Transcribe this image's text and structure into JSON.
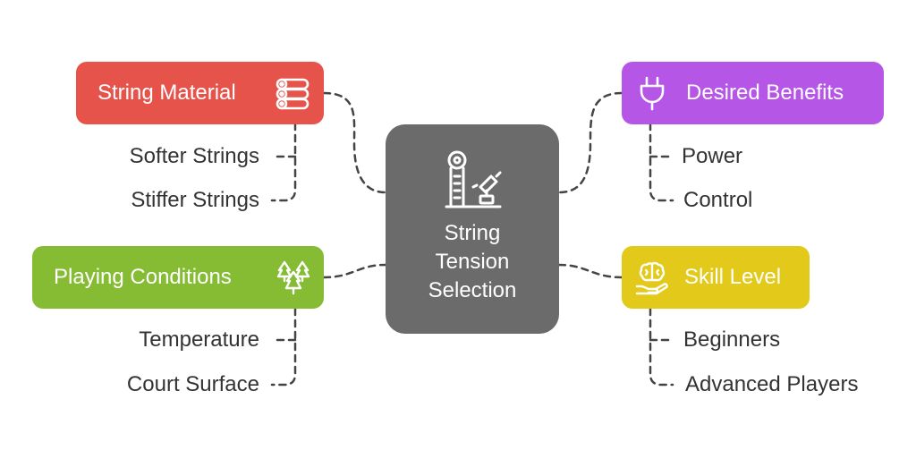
{
  "center": {
    "line1": "String",
    "line2": "Tension",
    "line3": "Selection",
    "color": "#6b6b6b"
  },
  "branches": {
    "string_material": {
      "label": "String Material",
      "color": "#e5534b",
      "icon": "material-rolls-icon",
      "items": [
        "Softer Strings",
        "Stiffer Strings"
      ]
    },
    "playing_conditions": {
      "label": "Playing Conditions",
      "color": "#86bc34",
      "icon": "pine-trees-icon",
      "items": [
        "Temperature",
        "Court Surface"
      ]
    },
    "desired_benefits": {
      "label": "Desired Benefits",
      "color": "#b656e6",
      "icon": "plug-icon",
      "items": [
        "Power",
        "Control"
      ]
    },
    "skill_level": {
      "label": "Skill Level",
      "color": "#e2c91a",
      "icon": "brain-hand-icon",
      "items": [
        "Beginners",
        "Advanced Players"
      ]
    }
  },
  "line_color": "#444444"
}
